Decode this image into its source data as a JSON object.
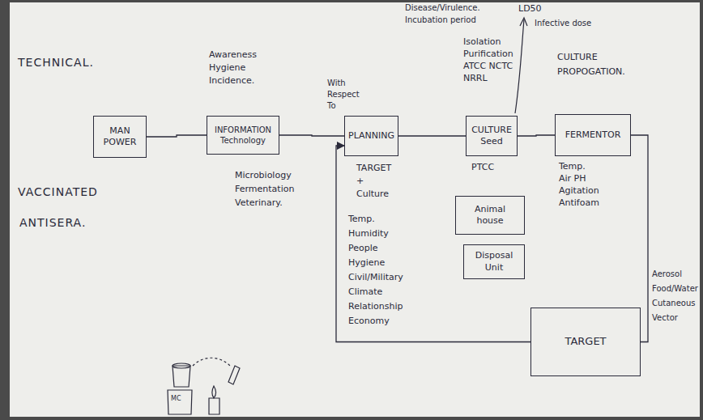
{
  "diagram": {
    "nodes": [
      {
        "text": [
          "MAN POWER"
        ]
      },
      {
        "text": [
          "INFORMATION Technology"
        ]
      },
      {
        "text": [
          "PLANNING"
        ]
      },
      {
        "text": [
          "CULTURE Seed"
        ]
      },
      {
        "text": [
          "FERMENTOR"
        ]
      },
      {
        "text": [
          "Animal house"
        ]
      },
      {
        "text": [
          "Disposal Unit"
        ]
      },
      {
        "text": [
          "TARGET"
        ]
      }
    ],
    "edges": [
      {
        "from": 0,
        "to": 1,
        "arrow": "none"
      },
      {
        "from": 1,
        "to": 2,
        "arrow": "none"
      },
      {
        "from": 2,
        "to": 3,
        "arrow": "none"
      },
      {
        "from": 3,
        "to": 4,
        "arrow": "none"
      },
      {
        "from": 4,
        "to": 7,
        "arrow": "none"
      },
      {
        "from": 7,
        "to": 2,
        "arrow": "to"
      }
    ],
    "labels": [
      "TECHNICAL.",
      "Awareness Hygiene Incidence.",
      "With Respect To",
      "Disease/Virulence.",
      "LD50",
      "Incubation period",
      "Infective dose",
      "Isolation Purification ATCC NCTC NRRL",
      "CULTURE PROPOGATION.",
      "VACCINATED",
      "ANTISERA.",
      "Microbiology Fermentation Veterinary.",
      "TARGET + Culture",
      "Temp. Humidity People Hygiene Civil/Military Climate Relationship Economy",
      "PTCC",
      "Temp. Air PH Agitation Antifoam",
      "Aerosol Food/Water Cutaneous Vector",
      "MC"
    ]
  }
}
